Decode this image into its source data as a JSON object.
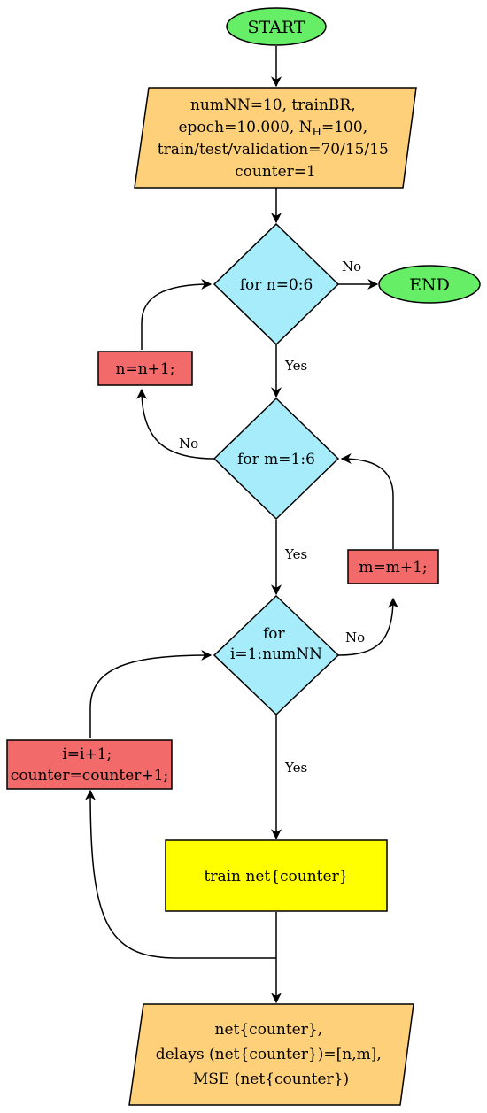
{
  "colors": {
    "terminal": "#66ee66",
    "io": "#ffd07a",
    "decision": "#a6ecfa",
    "update": "#f26a6a",
    "process": "#ffff00",
    "stroke": "#000000"
  },
  "nodes": {
    "start": {
      "text": "START"
    },
    "init": {
      "line1": "numNN=10, trainBR,",
      "line2": "epoch=10.000, N",
      "line2_sub": "H",
      "line2_end": "=100,",
      "line3": "train/test/validation=70/15/15",
      "line4": "counter=1"
    },
    "loop_n": {
      "text": "for n=0:6"
    },
    "end": {
      "text": "END"
    },
    "n_update": {
      "text": "n=n+1;"
    },
    "loop_m": {
      "text": "for m=1:6"
    },
    "m_update": {
      "text": "m=m+1;"
    },
    "loop_i": {
      "line1": "for",
      "line2": "i=1:numNN"
    },
    "i_update": {
      "line1": "i=i+1;",
      "line2": "counter=counter+1;"
    },
    "train": {
      "text": "train net{counter}"
    },
    "output": {
      "line1": "net{counter},",
      "line2": "delays (net{counter})=[n,m],",
      "line3": "MSE (net{counter})"
    }
  },
  "edge_labels": {
    "n_no": "No",
    "n_yes": "Yes",
    "m_no": "No",
    "m_yes": "Yes",
    "i_no": "No",
    "i_yes": "Yes"
  }
}
